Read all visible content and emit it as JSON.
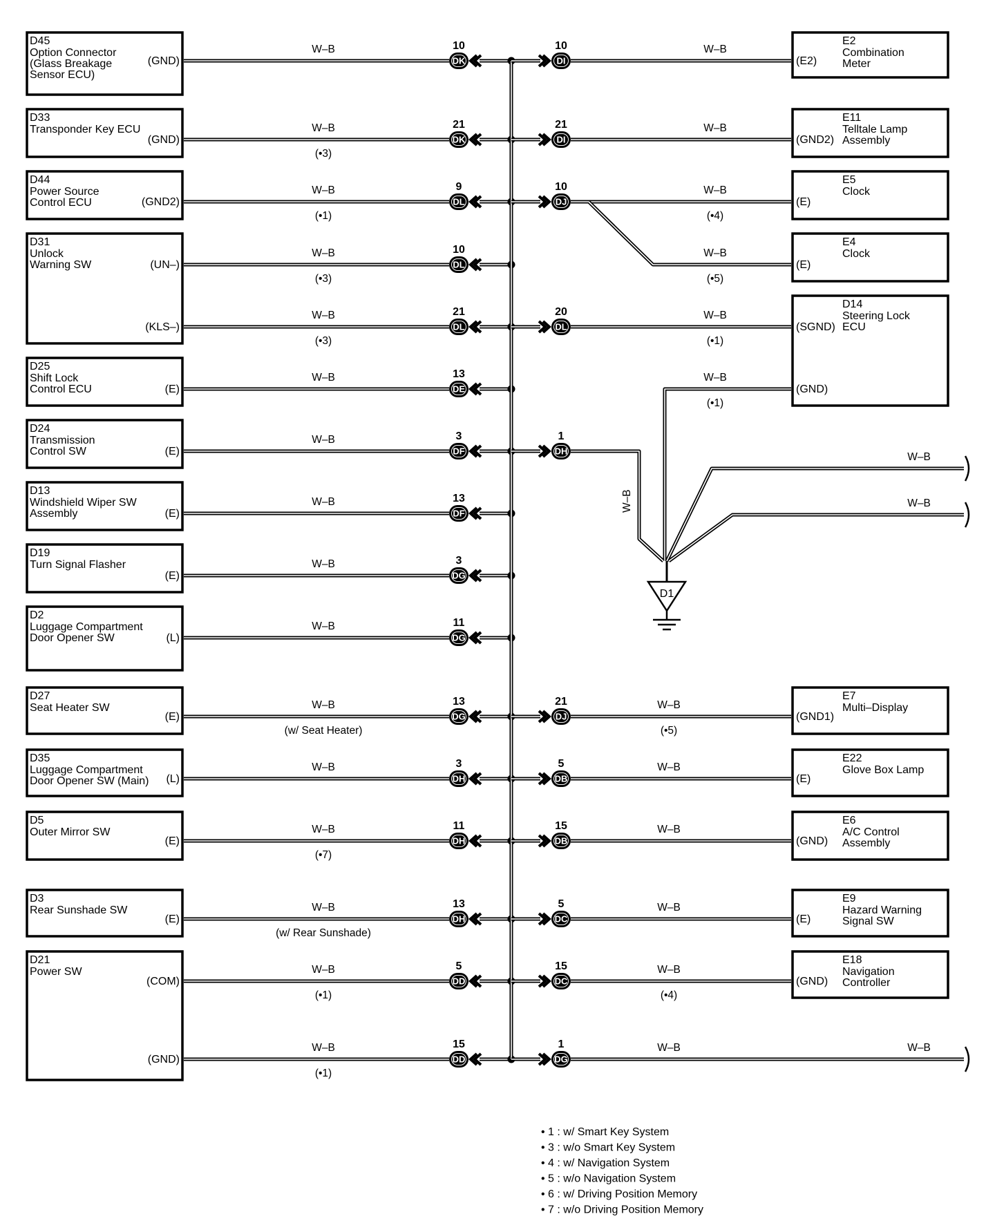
{
  "wire_color": "W–B",
  "left": [
    {
      "code": "D45",
      "name": [
        "Option Connector",
        "(Glass Breakage",
        " Sensor ECU)"
      ],
      "terms": [
        {
          "t": "(GND)",
          "pin": "10",
          "conn": "DK",
          "note": ""
        }
      ]
    },
    {
      "code": "D33",
      "name": [
        "Transponder Key ECU"
      ],
      "terms": [
        {
          "t": "(GND)",
          "pin": "21",
          "conn": "DK",
          "note": "(•3)"
        }
      ]
    },
    {
      "code": "D44",
      "name": [
        "Power Source",
        "Control ECU"
      ],
      "terms": [
        {
          "t": "(GND2)",
          "pin": "9",
          "conn": "DL",
          "note": "(•1)"
        }
      ]
    },
    {
      "code": "D31",
      "name": [
        "Unlock",
        "Warning SW"
      ],
      "terms": [
        {
          "t": "(UN–)",
          "pin": "10",
          "conn": "DL",
          "note": "(•3)"
        },
        {
          "t": "(KLS–)",
          "pin": "21",
          "conn": "DL",
          "note": "(•3)"
        }
      ]
    },
    {
      "code": "D25",
      "name": [
        "Shift Lock",
        "Control ECU"
      ],
      "terms": [
        {
          "t": "(E)",
          "pin": "13",
          "conn": "DE",
          "note": ""
        }
      ]
    },
    {
      "code": "D24",
      "name": [
        "Transmission",
        "Control SW"
      ],
      "terms": [
        {
          "t": "(E)",
          "pin": "3",
          "conn": "DF",
          "note": ""
        }
      ]
    },
    {
      "code": "D13",
      "name": [
        "Windshield Wiper SW",
        "Assembly"
      ],
      "terms": [
        {
          "t": "(E)",
          "pin": "13",
          "conn": "DF",
          "note": ""
        }
      ]
    },
    {
      "code": "D19",
      "name": [
        "Turn Signal Flasher"
      ],
      "terms": [
        {
          "t": "(E)",
          "pin": "3",
          "conn": "DG",
          "note": ""
        }
      ]
    },
    {
      "code": "D2",
      "name": [
        "Luggage Compartment",
        "Door Opener SW"
      ],
      "terms": [
        {
          "t": "(L)",
          "pin": "11",
          "conn": "DG",
          "note": ""
        }
      ]
    },
    {
      "code": "D27",
      "name": [
        "Seat Heater SW"
      ],
      "terms": [
        {
          "t": "(E)",
          "pin": "13",
          "conn": "DG",
          "note": "(w/ Seat Heater)"
        }
      ]
    },
    {
      "code": "D35",
      "name": [
        "Luggage Compartment",
        "Door Opener SW (Main)"
      ],
      "terms": [
        {
          "t": "(L)",
          "pin": "3",
          "conn": "DH",
          "note": ""
        }
      ]
    },
    {
      "code": "D5",
      "name": [
        "Outer Mirror SW"
      ],
      "terms": [
        {
          "t": "(E)",
          "pin": "11",
          "conn": "DH",
          "note": "(•7)"
        }
      ]
    },
    {
      "code": "D3",
      "name": [
        "Rear Sunshade SW"
      ],
      "terms": [
        {
          "t": "(E)",
          "pin": "13",
          "conn": "DH",
          "note": "(w/ Rear Sunshade)"
        }
      ]
    },
    {
      "code": "D21",
      "name": [
        "Power SW"
      ],
      "terms": [
        {
          "t": "(COM)",
          "pin": "5",
          "conn": "DD",
          "note": "(•1)"
        },
        {
          "t": "(GND)",
          "pin": "15",
          "conn": "DD",
          "note": "(•1)"
        }
      ]
    }
  ],
  "right": [
    {
      "code": "E2",
      "name": [
        "Combination",
        "Meter"
      ],
      "terms": [
        {
          "t": "(E2)",
          "pin": "10",
          "conn": "DI",
          "note": ""
        }
      ]
    },
    {
      "code": "E11",
      "name": [
        "Telltale Lamp",
        "Assembly"
      ],
      "terms": [
        {
          "t": "(GND2)",
          "pin": "21",
          "conn": "DI",
          "note": ""
        }
      ]
    },
    {
      "code": "E5",
      "name": [
        "Clock"
      ],
      "terms": [
        {
          "t": "(E)",
          "pin": "10",
          "conn": "DJ",
          "note": "(•4)"
        }
      ]
    },
    {
      "code": "E4",
      "name": [
        "Clock"
      ],
      "terms": [
        {
          "t": "(E)",
          "pin": "",
          "conn": "",
          "note": "(•5)"
        }
      ]
    },
    {
      "code": "D14",
      "name": [
        "Steering Lock",
        "ECU"
      ],
      "terms": [
        {
          "t": "(SGND)",
          "pin": "20",
          "conn": "DL",
          "note": "(•1)"
        },
        {
          "t": "(GND)",
          "pin": "",
          "conn": "",
          "note": "(•1)"
        }
      ]
    },
    {
      "code": "E7",
      "name": [
        "Multi–Display"
      ],
      "terms": [
        {
          "t": "(GND1)",
          "pin": "21",
          "conn": "DJ",
          "note": "(•5)"
        }
      ]
    },
    {
      "code": "E22",
      "name": [
        "Glove Box Lamp"
      ],
      "terms": [
        {
          "t": "(E)",
          "pin": "5",
          "conn": "DB",
          "note": ""
        }
      ]
    },
    {
      "code": "E6",
      "name": [
        "A/C Control",
        "Assembly"
      ],
      "terms": [
        {
          "t": "(GND)",
          "pin": "15",
          "conn": "DB",
          "note": ""
        }
      ]
    },
    {
      "code": "E9",
      "name": [
        "Hazard Warning",
        "Signal SW"
      ],
      "terms": [
        {
          "t": "(E)",
          "pin": "5",
          "conn": "DC",
          "note": ""
        }
      ]
    },
    {
      "code": "E18",
      "name": [
        "Navigation",
        "Controller"
      ],
      "terms": [
        {
          "t": "(GND)",
          "pin": "15",
          "conn": "DC",
          "note": "(•4)"
        }
      ]
    }
  ],
  "extra_right": [
    {
      "pin": "1",
      "conn": "DH"
    },
    {
      "pin": "1",
      "conn": "DG"
    }
  ],
  "ground": "D1",
  "legend": [
    "• 1 : w/ Smart Key System",
    "• 3 : w/o Smart Key System",
    "• 4 : w/ Navigation System",
    "• 5 : w/o Navigation System",
    "• 6 : w/ Driving Position Memory",
    "• 7 : w/o Driving Position Memory"
  ],
  "colors": {
    "line": "#000000",
    "background": "#ffffff"
  }
}
